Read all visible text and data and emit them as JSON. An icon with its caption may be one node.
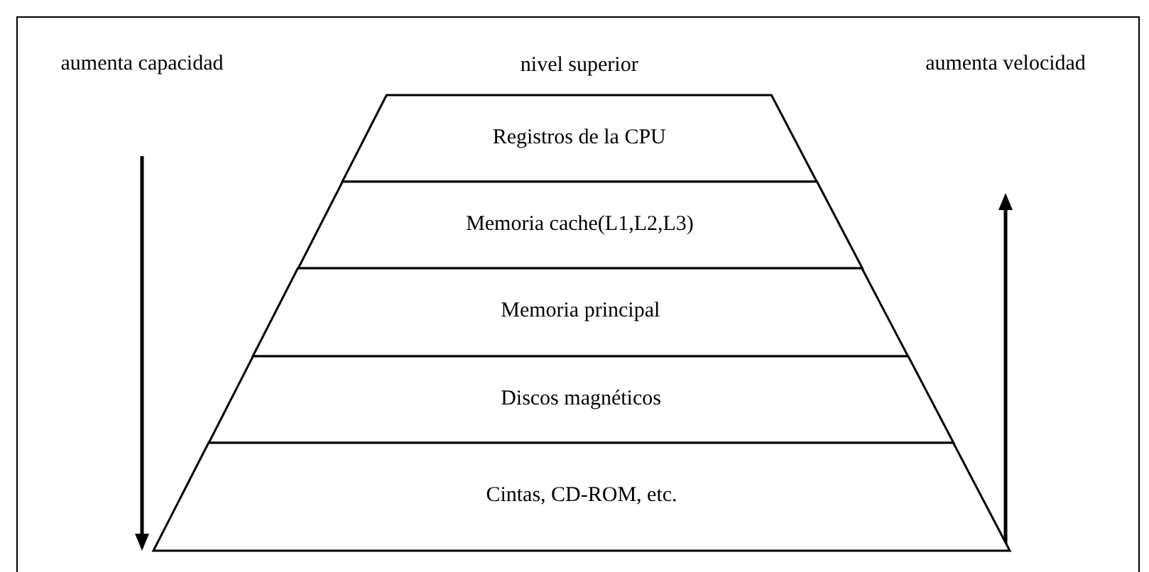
{
  "diagram": {
    "nodes": [
      {
        "text": [
          "Registros de la CPU"
        ],
        "beside": [
          "nivel superior"
        ]
      },
      {
        "text": [
          "Memoria cache(L1,L2,L3)"
        ]
      },
      {
        "text": [
          "Memoria principal"
        ]
      },
      {
        "text": [
          "Discos magnéticos"
        ]
      },
      {
        "text": [
          "Cintas, CD-ROM, etc."
        ]
      }
    ],
    "edges": [],
    "labels": [
      "aumenta capacidad",
      "aumenta velocidad"
    ]
  }
}
